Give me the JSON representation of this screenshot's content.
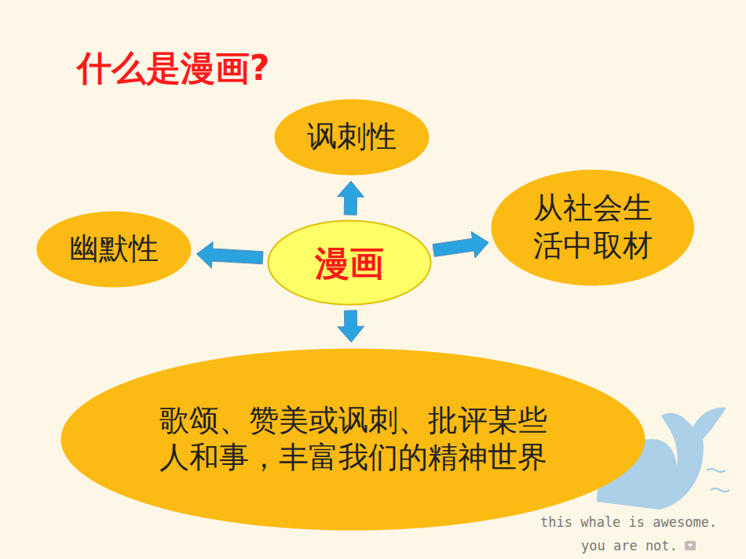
{
  "diagram": {
    "title": "什么是漫画?",
    "nodes": [
      {
        "text": [
          "讽刺性"
        ]
      },
      {
        "text": [
          "从社会生 活中取材"
        ]
      },
      {
        "text": [
          "幽默性"
        ]
      },
      {
        "text": [
          "漫画"
        ]
      },
      {
        "text": [
          "歌颂、赞美或讽刺、批评某些 人和事，丰富我们的精神世界"
        ]
      }
    ],
    "edges": [
      {
        "from": 3,
        "to": 0,
        "arrow": "to"
      },
      {
        "from": 3,
        "to": 1,
        "arrow": "to"
      },
      {
        "from": 3,
        "to": 2,
        "arrow": "to"
      },
      {
        "from": 3,
        "to": 4,
        "arrow": "to"
      }
    ],
    "labels": [
      "this whale is awesome.",
      "you are not."
    ]
  }
}
